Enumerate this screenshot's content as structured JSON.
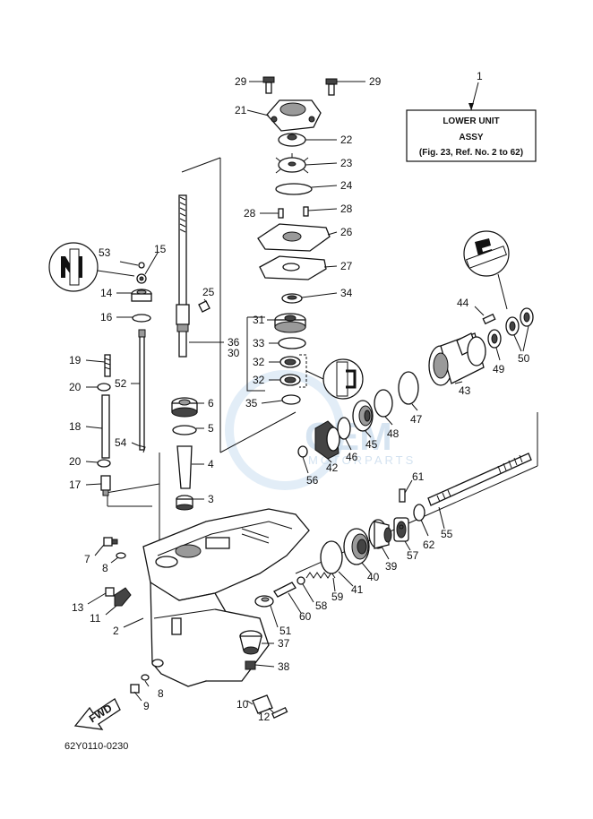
{
  "diagram_title_box": {
    "line1": "LOWER UNIT",
    "line2": "ASSY",
    "line3": "(Fig. 23, Ref. No. 2 to 62)"
  },
  "drawing_code": "62Y0110-0230",
  "fwd_label": "FWD",
  "watermark": {
    "main": "CEM",
    "sub": "MOTORPARTS"
  },
  "callouts": {
    "c1": "1",
    "c2": "2",
    "c3": "3",
    "c4": "4",
    "c5": "5",
    "c6": "6",
    "c7": "7",
    "c8a": "8",
    "c8b": "8",
    "c9": "9",
    "c10": "10",
    "c11": "11",
    "c12": "12",
    "c13": "13",
    "c14": "14",
    "c15": "15",
    "c16": "16",
    "c17": "17",
    "c18": "18",
    "c19": "19",
    "c20a": "20",
    "c20b": "20",
    "c21": "21",
    "c22": "22",
    "c23": "23",
    "c24": "24",
    "c25": "25",
    "c26": "26",
    "c27": "27",
    "c28a": "28",
    "c28b": "28",
    "c29a": "29",
    "c29b": "29",
    "c30": "30",
    "c31": "31",
    "c32a": "32",
    "c32b": "32",
    "c33": "33",
    "c34": "34",
    "c35": "35",
    "c36": "36",
    "c37": "37",
    "c38": "38",
    "c39": "39",
    "c40": "40",
    "c41": "41",
    "c42": "42",
    "c43": "43",
    "c44": "44",
    "c45": "45",
    "c46": "46",
    "c47": "47",
    "c48": "48",
    "c49": "49",
    "c50": "50",
    "c51": "51",
    "c52": "52",
    "c53": "53",
    "c54": "54",
    "c55": "55",
    "c56": "56",
    "c57": "57",
    "c58": "58",
    "c59": "59",
    "c60": "60",
    "c61": "61",
    "c62": "62"
  },
  "colors": {
    "ink": "#111111",
    "paper": "#ffffff",
    "watermark": "#c9dced"
  }
}
